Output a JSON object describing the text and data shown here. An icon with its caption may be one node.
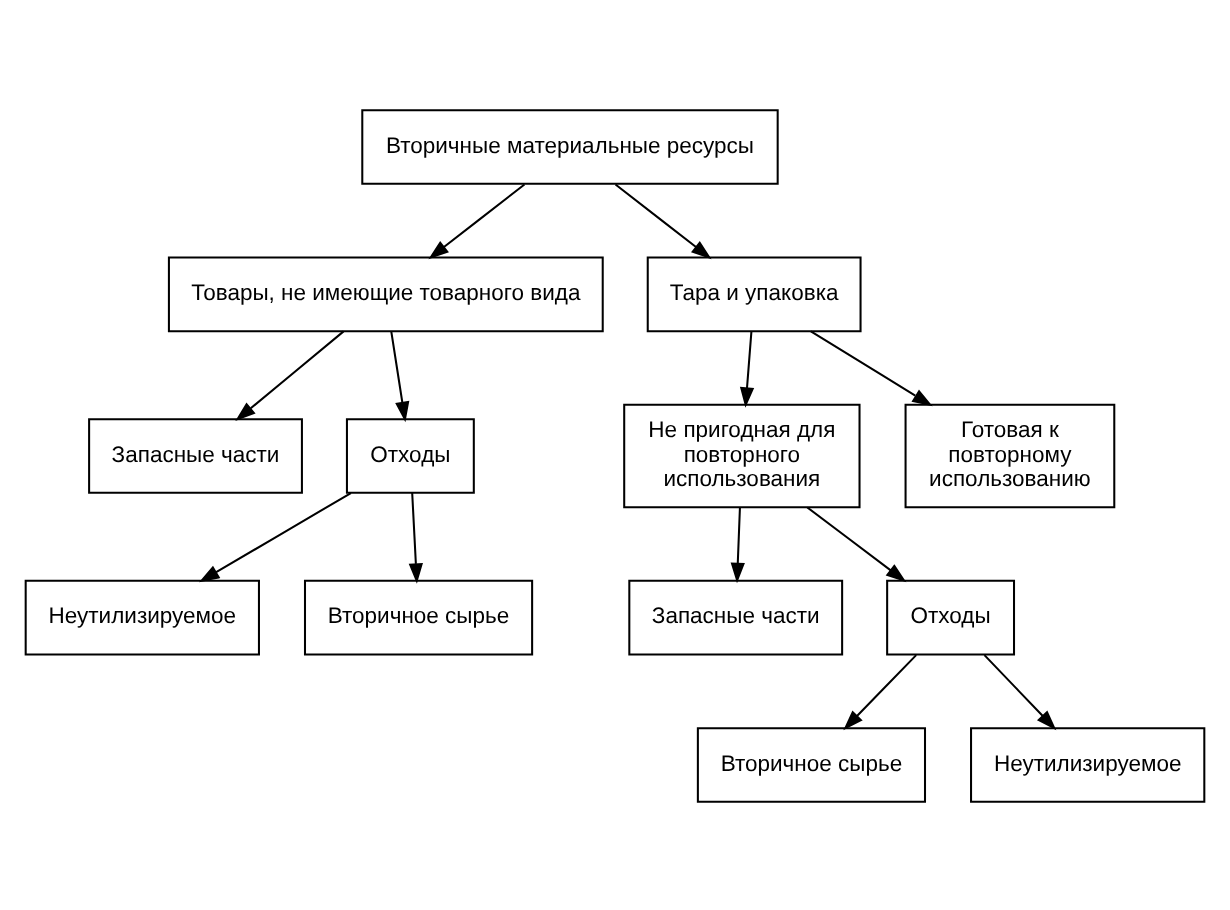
{
  "diagram": {
    "nodes": [
      {
        "text": [
          "Вторичные материальные ресурсы"
        ]
      },
      {
        "text": [
          "Товары, не имеющие товарного вида"
        ]
      },
      {
        "text": [
          "Тара и упаковка"
        ]
      },
      {
        "text": [
          "Запасные части"
        ]
      },
      {
        "text": [
          "Отходы"
        ]
      },
      {
        "text": [
          "Не пригодная для повторного использования"
        ]
      },
      {
        "text": [
          "Готовая к повторному использованию"
        ]
      },
      {
        "text": [
          "Неутилизируемое"
        ]
      },
      {
        "text": [
          "Вторичное сырье"
        ]
      },
      {
        "text": [
          "Запасные части"
        ]
      },
      {
        "text": [
          "Отходы"
        ]
      },
      {
        "text": [
          "Вторичное сырье"
        ]
      },
      {
        "text": [
          "Неутилизируемое"
        ]
      }
    ],
    "edges": [
      {
        "from": 0,
        "to": 1,
        "arrow": "to"
      },
      {
        "from": 0,
        "to": 2,
        "arrow": "to"
      },
      {
        "from": 1,
        "to": 3,
        "arrow": "to"
      },
      {
        "from": 1,
        "to": 4,
        "arrow": "to"
      },
      {
        "from": 2,
        "to": 5,
        "arrow": "to"
      },
      {
        "from": 2,
        "to": 6,
        "arrow": "to"
      },
      {
        "from": 4,
        "to": 7,
        "arrow": "to"
      },
      {
        "from": 4,
        "to": 8,
        "arrow": "to"
      },
      {
        "from": 5,
        "to": 9,
        "arrow": "to"
      },
      {
        "from": 5,
        "to": 10,
        "arrow": "to"
      },
      {
        "from": 10,
        "to": 11,
        "arrow": "to"
      },
      {
        "from": 10,
        "to": 12,
        "arrow": "to"
      }
    ]
  }
}
